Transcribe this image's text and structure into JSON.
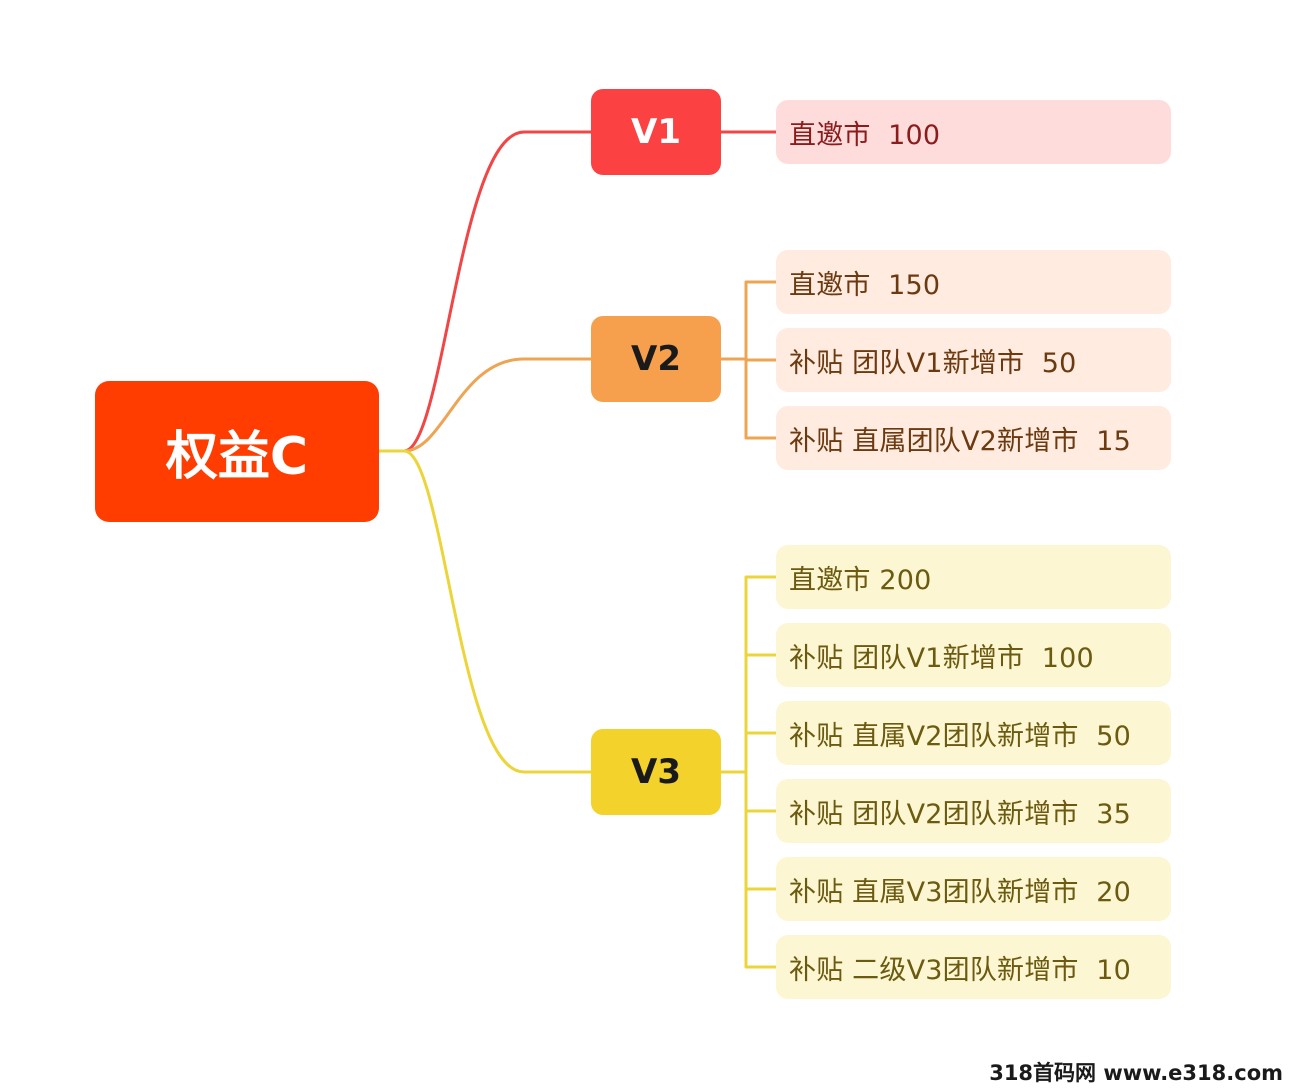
{
  "root": {
    "label": "权益C",
    "color": "#ff3d00",
    "text_color": "#ffffff"
  },
  "branches": [
    {
      "label": "V1",
      "color": "#fb4141",
      "text_color": "#ffffff",
      "line_color": "#f04646",
      "leaf_bg": "#ffdcdc",
      "leaf_text": "#8a1c1c",
      "leaves": [
        "直邀市  100"
      ]
    },
    {
      "label": "V2",
      "color": "#f6a04d",
      "text_color": "#1a1a1a",
      "line_color": "#eea453",
      "leaf_bg": "#ffebdf",
      "leaf_text": "#6b3a10",
      "leaves": [
        "直邀市  150",
        "补贴 团队V1新增市  50",
        "补贴 直属团队V2新增市  15"
      ]
    },
    {
      "label": "V3",
      "color": "#f2d22b",
      "text_color": "#1a1a1a",
      "line_color": "#ecd53a",
      "leaf_bg": "#fcf6d2",
      "leaf_text": "#6b5a10",
      "leaves": [
        "直邀市 200",
        "补贴 团队V1新增市  100",
        "补贴 直属V2团队新增市  50",
        "补贴 团队V2团队新增市  35",
        "补贴 直属V3团队新增市  20",
        "补贴 二级V3团队新增市  10"
      ]
    }
  ],
  "watermark": "318首码网 www.e318.com"
}
